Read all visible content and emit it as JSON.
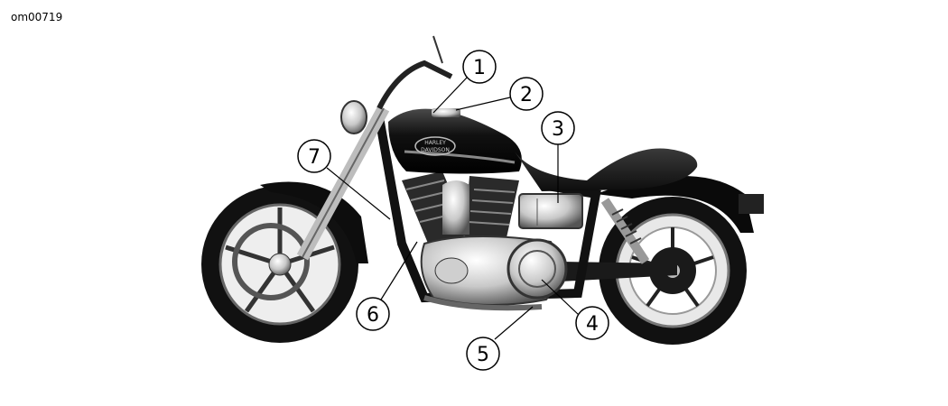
{
  "figure": {
    "id": "om00719"
  },
  "callouts": [
    {
      "label": "1"
    },
    {
      "label": "2"
    },
    {
      "label": "3"
    },
    {
      "label": "4"
    },
    {
      "label": "5"
    },
    {
      "label": "6"
    },
    {
      "label": "7"
    }
  ],
  "tank_logo": {
    "line1": "HARLEY",
    "line2": "DAVIDSON"
  }
}
